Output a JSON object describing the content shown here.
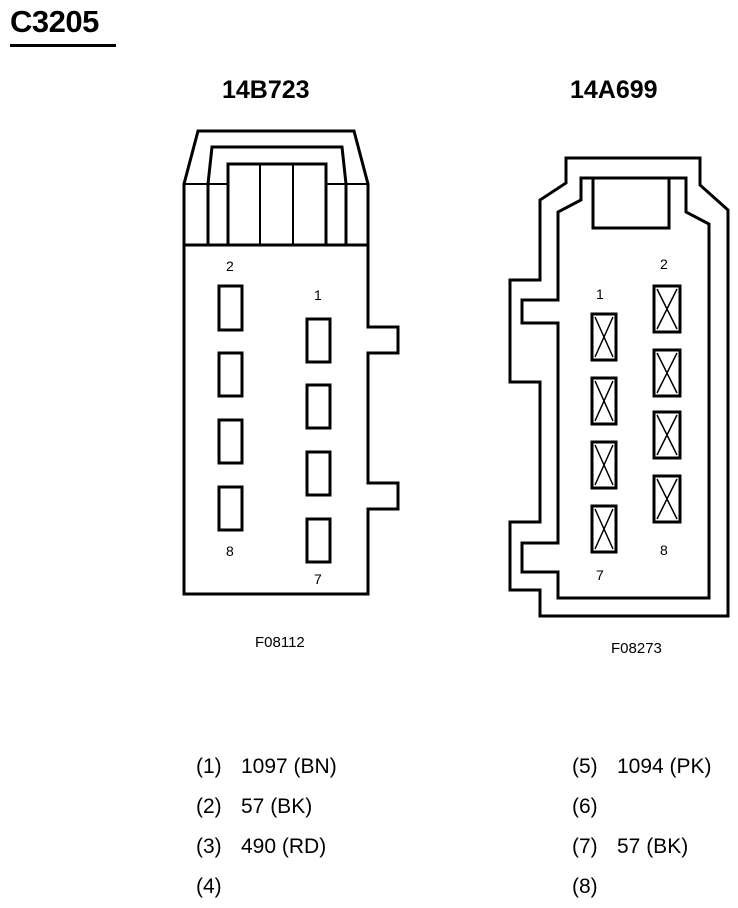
{
  "title": "C3205",
  "connectors": [
    {
      "part_number": "14B723",
      "figure_code": "F08112",
      "pin_labels": [
        "2",
        "1",
        "8",
        "7"
      ]
    },
    {
      "part_number": "14A699",
      "figure_code": "F08273",
      "pin_labels": [
        "1",
        "2",
        "8",
        "7"
      ]
    }
  ],
  "pinout": {
    "left": [
      {
        "pin": "(1)",
        "circuit": "1097 (BN)"
      },
      {
        "pin": "(2)",
        "circuit": "57 (BK)"
      },
      {
        "pin": "(3)",
        "circuit": "490 (RD)"
      },
      {
        "pin": "(4)",
        "circuit": ""
      }
    ],
    "right": [
      {
        "pin": "(5)",
        "circuit": "1094 (PK)"
      },
      {
        "pin": "(6)",
        "circuit": ""
      },
      {
        "pin": "(7)",
        "circuit": "57 (BK)"
      },
      {
        "pin": "(8)",
        "circuit": ""
      }
    ]
  }
}
